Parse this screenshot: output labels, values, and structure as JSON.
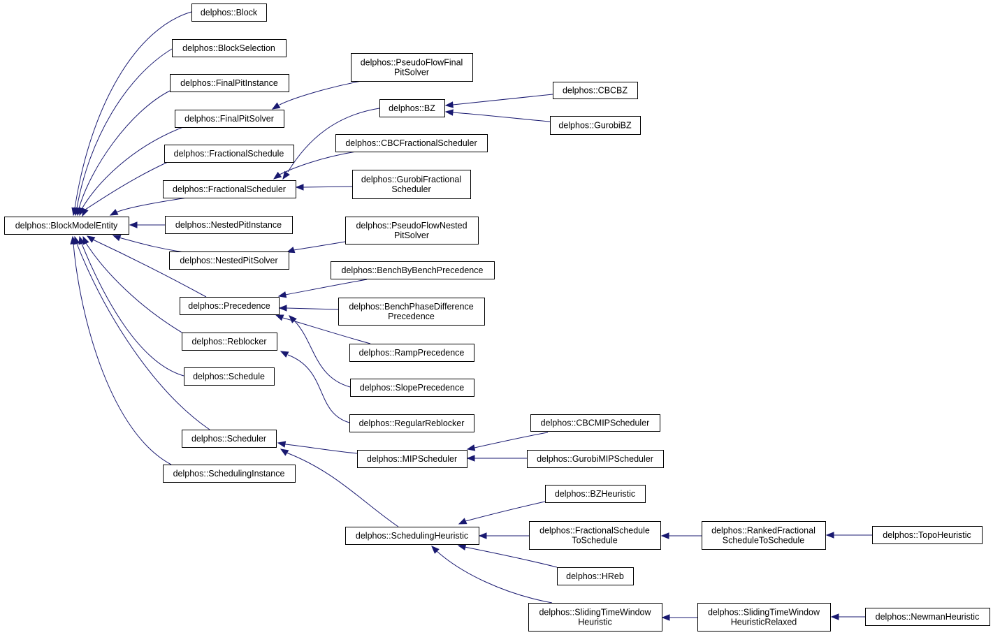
{
  "diagram": {
    "colors": {
      "edge": "#191970",
      "box_stroke": "#000000",
      "box_fill": "#ffffff",
      "text": "#000000"
    },
    "nodes": [
      {
        "id": "BlockModelEntity",
        "label": [
          "delphos::BlockModelEntity"
        ]
      },
      {
        "id": "Block",
        "label": [
          "delphos::Block"
        ]
      },
      {
        "id": "BlockSelection",
        "label": [
          "delphos::BlockSelection"
        ]
      },
      {
        "id": "FinalPitInstance",
        "label": [
          "delphos::FinalPitInstance"
        ]
      },
      {
        "id": "FinalPitSolver",
        "label": [
          "delphos::FinalPitSolver"
        ]
      },
      {
        "id": "FractionalSchedule",
        "label": [
          "delphos::FractionalSchedule"
        ]
      },
      {
        "id": "FractionalScheduler",
        "label": [
          "delphos::FractionalScheduler"
        ]
      },
      {
        "id": "NestedPitInstance",
        "label": [
          "delphos::NestedPitInstance"
        ]
      },
      {
        "id": "NestedPitSolver",
        "label": [
          "delphos::NestedPitSolver"
        ]
      },
      {
        "id": "Precedence",
        "label": [
          "delphos::Precedence"
        ]
      },
      {
        "id": "Reblocker",
        "label": [
          "delphos::Reblocker"
        ]
      },
      {
        "id": "Schedule",
        "label": [
          "delphos::Schedule"
        ]
      },
      {
        "id": "Scheduler",
        "label": [
          "delphos::Scheduler"
        ]
      },
      {
        "id": "SchedulingInstance",
        "label": [
          "delphos::SchedulingInstance"
        ]
      },
      {
        "id": "PseudoFlowFinalPitSolver",
        "label": [
          "delphos::PseudoFlowFinal",
          "PitSolver"
        ]
      },
      {
        "id": "BZ",
        "label": [
          "delphos::BZ"
        ]
      },
      {
        "id": "CBCFractionalScheduler",
        "label": [
          "delphos::CBCFractionalScheduler"
        ]
      },
      {
        "id": "GurobiFractionalScheduler",
        "label": [
          "delphos::GurobiFractional",
          "Scheduler"
        ]
      },
      {
        "id": "PseudoFlowNestedPitSolver",
        "label": [
          "delphos::PseudoFlowNested",
          "PitSolver"
        ]
      },
      {
        "id": "BenchByBenchPrecedence",
        "label": [
          "delphos::BenchByBenchPrecedence"
        ]
      },
      {
        "id": "BenchPhaseDifferencePrecedence",
        "label": [
          "delphos::BenchPhaseDifference",
          "Precedence"
        ]
      },
      {
        "id": "RampPrecedence",
        "label": [
          "delphos::RampPrecedence"
        ]
      },
      {
        "id": "SlopePrecedence",
        "label": [
          "delphos::SlopePrecedence"
        ]
      },
      {
        "id": "RegularReblocker",
        "label": [
          "delphos::RegularReblocker"
        ]
      },
      {
        "id": "MIPScheduler",
        "label": [
          "delphos::MIPScheduler"
        ]
      },
      {
        "id": "SchedulingHeuristic",
        "label": [
          "delphos::SchedulingHeuristic"
        ]
      },
      {
        "id": "CBCBZ",
        "label": [
          "delphos::CBCBZ"
        ]
      },
      {
        "id": "GurobiBZ",
        "label": [
          "delphos::GurobiBZ"
        ]
      },
      {
        "id": "CBCMIPScheduler",
        "label": [
          "delphos::CBCMIPScheduler"
        ]
      },
      {
        "id": "GurobiMIPScheduler",
        "label": [
          "delphos::GurobiMIPScheduler"
        ]
      },
      {
        "id": "BZHeuristic",
        "label": [
          "delphos::BZHeuristic"
        ]
      },
      {
        "id": "FractionalScheduleToSchedule",
        "label": [
          "delphos::FractionalSchedule",
          "ToSchedule"
        ]
      },
      {
        "id": "HReb",
        "label": [
          "delphos::HReb"
        ]
      },
      {
        "id": "SlidingTimeWindowHeuristic",
        "label": [
          "delphos::SlidingTimeWindow",
          "Heuristic"
        ]
      },
      {
        "id": "RankedFractionalScheduleToSchedule",
        "label": [
          "delphos::RankedFractional",
          "ScheduleToSchedule"
        ]
      },
      {
        "id": "SlidingTimeWindowHeuristicRelaxed",
        "label": [
          "delphos::SlidingTimeWindow",
          "HeuristicRelaxed"
        ]
      },
      {
        "id": "TopoHeuristic",
        "label": [
          "delphos::TopoHeuristic"
        ]
      },
      {
        "id": "NewmanHeuristic",
        "label": [
          "delphos::NewmanHeuristic"
        ]
      }
    ],
    "edges": [
      {
        "from": "Block",
        "to": "BlockModelEntity"
      },
      {
        "from": "BlockSelection",
        "to": "BlockModelEntity"
      },
      {
        "from": "FinalPitInstance",
        "to": "BlockModelEntity"
      },
      {
        "from": "FinalPitSolver",
        "to": "BlockModelEntity"
      },
      {
        "from": "FractionalSchedule",
        "to": "BlockModelEntity"
      },
      {
        "from": "FractionalScheduler",
        "to": "BlockModelEntity"
      },
      {
        "from": "NestedPitInstance",
        "to": "BlockModelEntity"
      },
      {
        "from": "NestedPitSolver",
        "to": "BlockModelEntity"
      },
      {
        "from": "Precedence",
        "to": "BlockModelEntity"
      },
      {
        "from": "Reblocker",
        "to": "BlockModelEntity"
      },
      {
        "from": "Schedule",
        "to": "BlockModelEntity"
      },
      {
        "from": "Scheduler",
        "to": "BlockModelEntity"
      },
      {
        "from": "SchedulingInstance",
        "to": "BlockModelEntity"
      },
      {
        "from": "PseudoFlowFinalPitSolver",
        "to": "FinalPitSolver"
      },
      {
        "from": "BZ",
        "to": "FractionalScheduler"
      },
      {
        "from": "CBCFractionalScheduler",
        "to": "FractionalScheduler"
      },
      {
        "from": "GurobiFractionalScheduler",
        "to": "FractionalScheduler"
      },
      {
        "from": "PseudoFlowNestedPitSolver",
        "to": "NestedPitSolver"
      },
      {
        "from": "BenchByBenchPrecedence",
        "to": "Precedence"
      },
      {
        "from": "BenchPhaseDifferencePrecedence",
        "to": "Precedence"
      },
      {
        "from": "RampPrecedence",
        "to": "Precedence"
      },
      {
        "from": "SlopePrecedence",
        "to": "Precedence"
      },
      {
        "from": "RegularReblocker",
        "to": "Reblocker"
      },
      {
        "from": "MIPScheduler",
        "to": "Scheduler"
      },
      {
        "from": "SchedulingHeuristic",
        "to": "Scheduler"
      },
      {
        "from": "CBCBZ",
        "to": "BZ"
      },
      {
        "from": "GurobiBZ",
        "to": "BZ"
      },
      {
        "from": "CBCMIPScheduler",
        "to": "MIPScheduler"
      },
      {
        "from": "GurobiMIPScheduler",
        "to": "MIPScheduler"
      },
      {
        "from": "BZHeuristic",
        "to": "SchedulingHeuristic"
      },
      {
        "from": "FractionalScheduleToSchedule",
        "to": "SchedulingHeuristic"
      },
      {
        "from": "HReb",
        "to": "SchedulingHeuristic"
      },
      {
        "from": "SlidingTimeWindowHeuristic",
        "to": "SchedulingHeuristic"
      },
      {
        "from": "RankedFractionalScheduleToSchedule",
        "to": "FractionalScheduleToSchedule"
      },
      {
        "from": "SlidingTimeWindowHeuristicRelaxed",
        "to": "SlidingTimeWindowHeuristic"
      },
      {
        "from": "TopoHeuristic",
        "to": "RankedFractionalScheduleToSchedule"
      },
      {
        "from": "NewmanHeuristic",
        "to": "SlidingTimeWindowHeuristicRelaxed"
      }
    ]
  }
}
